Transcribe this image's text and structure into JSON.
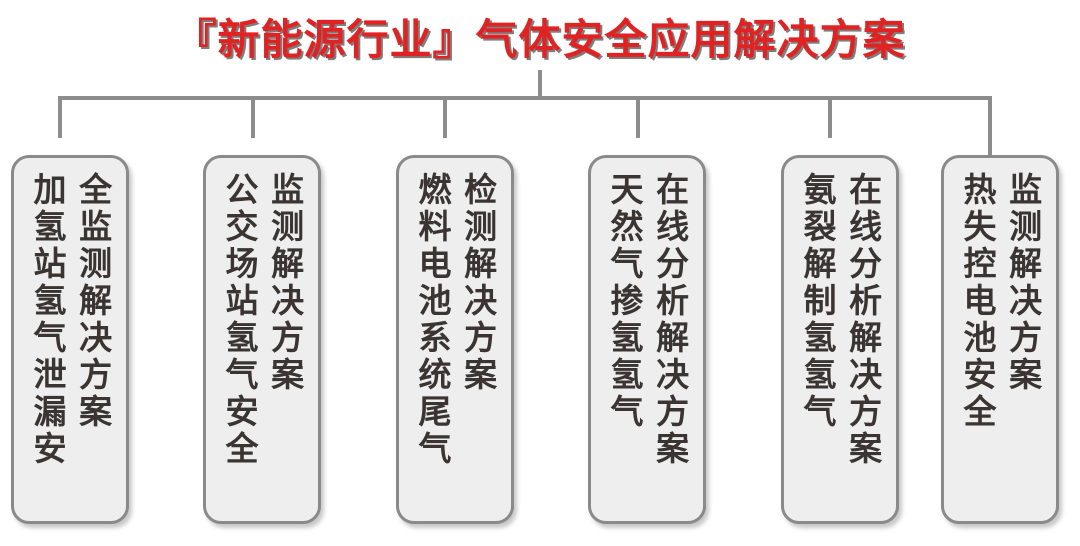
{
  "title": {
    "text": "『新能源行业』气体安全应用解决方案",
    "color": "#e02222"
  },
  "diagram": {
    "type": "tree",
    "root_label": "『新能源行业』气体安全应用解决方案",
    "connector_color": "#8c8c8c",
    "box_fill": "#eeeeee",
    "box_border": "#8a8a8a",
    "box_text_color": "#3a3432",
    "nodes": [
      {
        "id": "node-1",
        "primary": "全监测解决方案",
        "secondary": "加氢站氢气泄漏安"
      },
      {
        "id": "node-2",
        "primary": "监测解决方案",
        "secondary": "公交场站氢气安全"
      },
      {
        "id": "node-3",
        "primary": "检测解决方案",
        "secondary": "燃料电池系统尾气"
      },
      {
        "id": "node-4",
        "primary": "在线分析解决方案",
        "secondary": "天然气掺氢氢气"
      },
      {
        "id": "node-5",
        "primary": "在线分析解决方案",
        "secondary": "氨裂解制氢氢气"
      },
      {
        "id": "node-6",
        "primary": "监测解决方案",
        "secondary": "热失控电池安全"
      }
    ]
  }
}
